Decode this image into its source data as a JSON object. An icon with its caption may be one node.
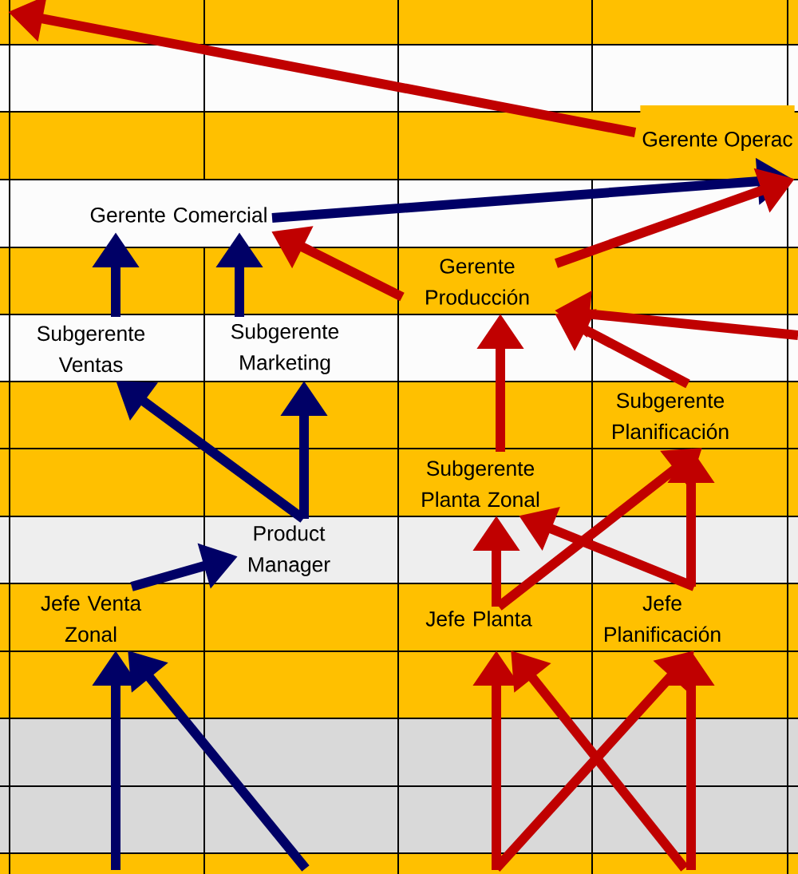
{
  "diagram": {
    "nodes": [
      {
        "text": [
          "Gerente Operac"
        ]
      },
      {
        "text": [
          "Gerente Comercial"
        ]
      },
      {
        "text": [
          "Gerente Producción"
        ]
      },
      {
        "text": [
          "Subgerente Ventas"
        ]
      },
      {
        "text": [
          "Subgerente Marketing"
        ]
      },
      {
        "text": [
          "Subgerente Planificación"
        ]
      },
      {
        "text": [
          "Subgerente Planta Zonal"
        ]
      },
      {
        "text": [
          "Product Manager"
        ]
      },
      {
        "text": [
          "Jefe Venta Zonal"
        ]
      },
      {
        "text": [
          "Jefe Planta"
        ]
      },
      {
        "text": [
          "Jefe Planificación"
        ]
      }
    ],
    "edges": [
      {
        "from": 0,
        "to": null,
        "arrow": "to"
      },
      {
        "from": 1,
        "to": 0,
        "arrow": "to",
        "color": "#000066"
      },
      {
        "from": 2,
        "to": 0,
        "arrow": "to"
      },
      {
        "from": 2,
        "to": 1,
        "arrow": "to"
      },
      {
        "from": 3,
        "to": 1,
        "arrow": "to",
        "color": "#000066"
      },
      {
        "from": 4,
        "to": 1,
        "arrow": "to",
        "color": "#000066"
      },
      {
        "from": null,
        "to": 2,
        "arrow": "to"
      },
      {
        "from": 5,
        "to": 2,
        "arrow": "to"
      },
      {
        "from": 6,
        "to": 2,
        "arrow": "to"
      },
      {
        "from": 7,
        "to": 3,
        "arrow": "to",
        "color": "#000066"
      },
      {
        "from": 7,
        "to": 4,
        "arrow": "to",
        "color": "#000066"
      },
      {
        "from": 8,
        "to": 7,
        "arrow": "to",
        "color": "#000066"
      },
      {
        "from": 9,
        "to": 6,
        "arrow": "to"
      },
      {
        "from": 9,
        "to": 5,
        "arrow": "to"
      },
      {
        "from": 10,
        "to": 5,
        "arrow": "to"
      },
      {
        "from": 10,
        "to": 6,
        "arrow": "to"
      },
      {
        "from": null,
        "to": 8,
        "arrow": "to",
        "color": "#000066"
      },
      {
        "from": null,
        "to": 8,
        "arrow": "to",
        "color": "#000066"
      },
      {
        "from": null,
        "to": 9,
        "arrow": "to"
      },
      {
        "from": null,
        "to": 9,
        "arrow": "to"
      },
      {
        "from": null,
        "to": 10,
        "arrow": "to"
      },
      {
        "from": null,
        "to": 10,
        "arrow": "to"
      }
    ]
  }
}
